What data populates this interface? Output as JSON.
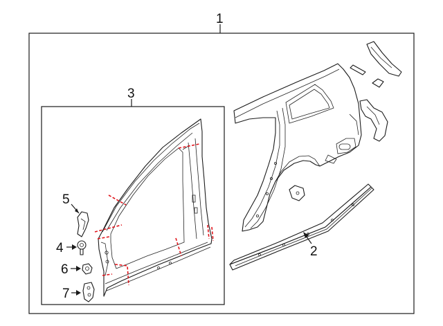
{
  "callouts": {
    "c1": "1",
    "c2": "2",
    "c3": "3",
    "c4": "4",
    "c5": "5",
    "c6": "6",
    "c7": "7"
  },
  "colors": {
    "line": "#1a1a1a",
    "cut_line": "#e0141b",
    "background": "#ffffff"
  }
}
